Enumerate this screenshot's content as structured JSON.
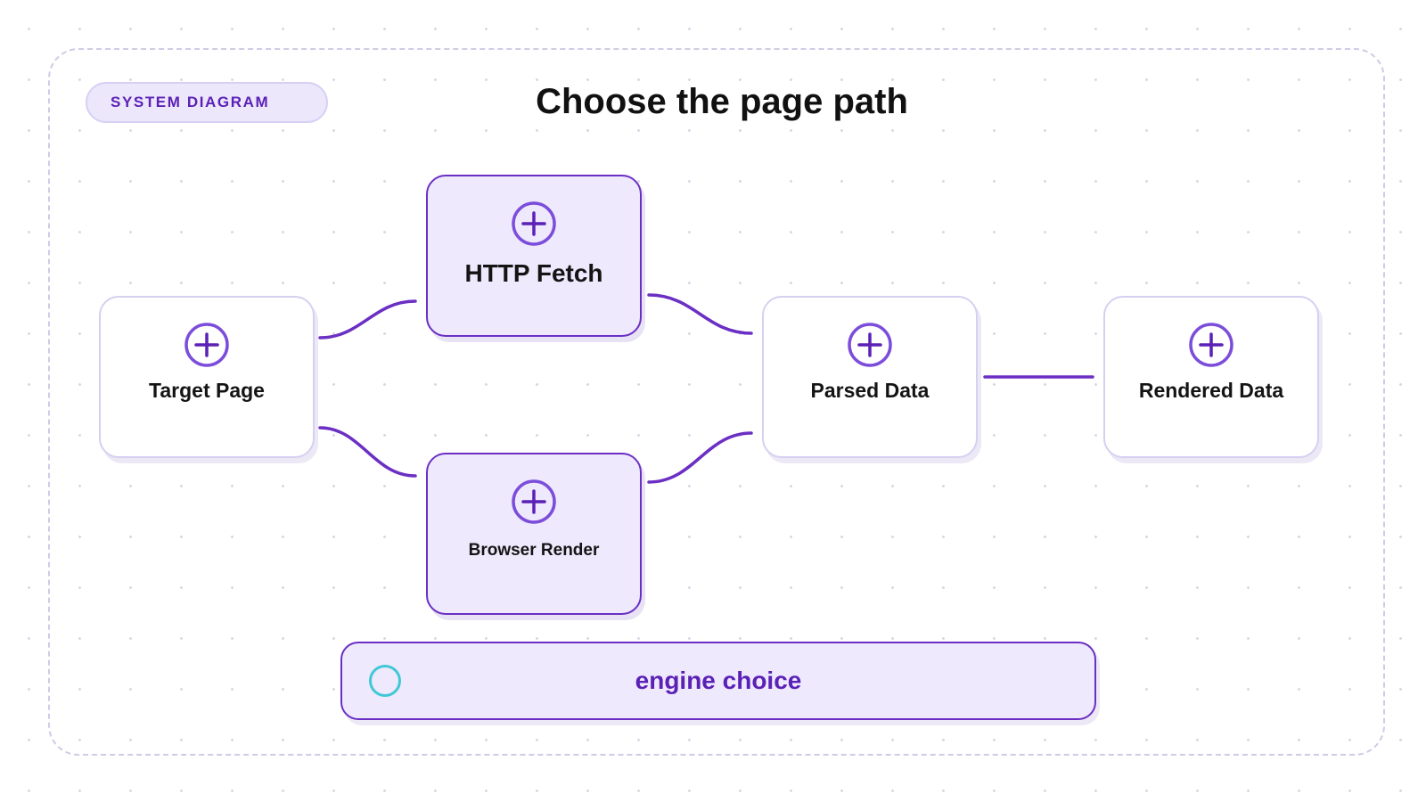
{
  "badge": "SYSTEM DIAGRAM",
  "title": "Choose the page path",
  "nodes": {
    "target": {
      "label": "Target Page",
      "icon": "plus-circle-icon"
    },
    "http": {
      "label": "HTTP Fetch",
      "icon": "plus-circle-icon"
    },
    "browser": {
      "label": "Browser Render",
      "icon": "plus-circle-icon"
    },
    "parsed": {
      "label": "Parsed Data",
      "icon": "plus-circle-icon"
    },
    "rendered": {
      "label": "Rendered Data",
      "icon": "plus-circle-icon"
    }
  },
  "decision": {
    "label": "engine choice",
    "icon": "ring-icon"
  },
  "edges": [
    {
      "from": "Target Page",
      "to": "HTTP Fetch"
    },
    {
      "from": "Target Page",
      "to": "Browser Render"
    },
    {
      "from": "HTTP Fetch",
      "to": "Parsed Data"
    },
    {
      "from": "Browser Render",
      "to": "Parsed Data"
    },
    {
      "from": "Parsed Data",
      "to": "Rendered Data"
    }
  ],
  "colors": {
    "accent": "#6b2fc4",
    "accent_text": "#5b21b6",
    "node_fill": "#eee9fc",
    "node_border_light": "#d6d0f0",
    "ring": "#40c8d6"
  }
}
